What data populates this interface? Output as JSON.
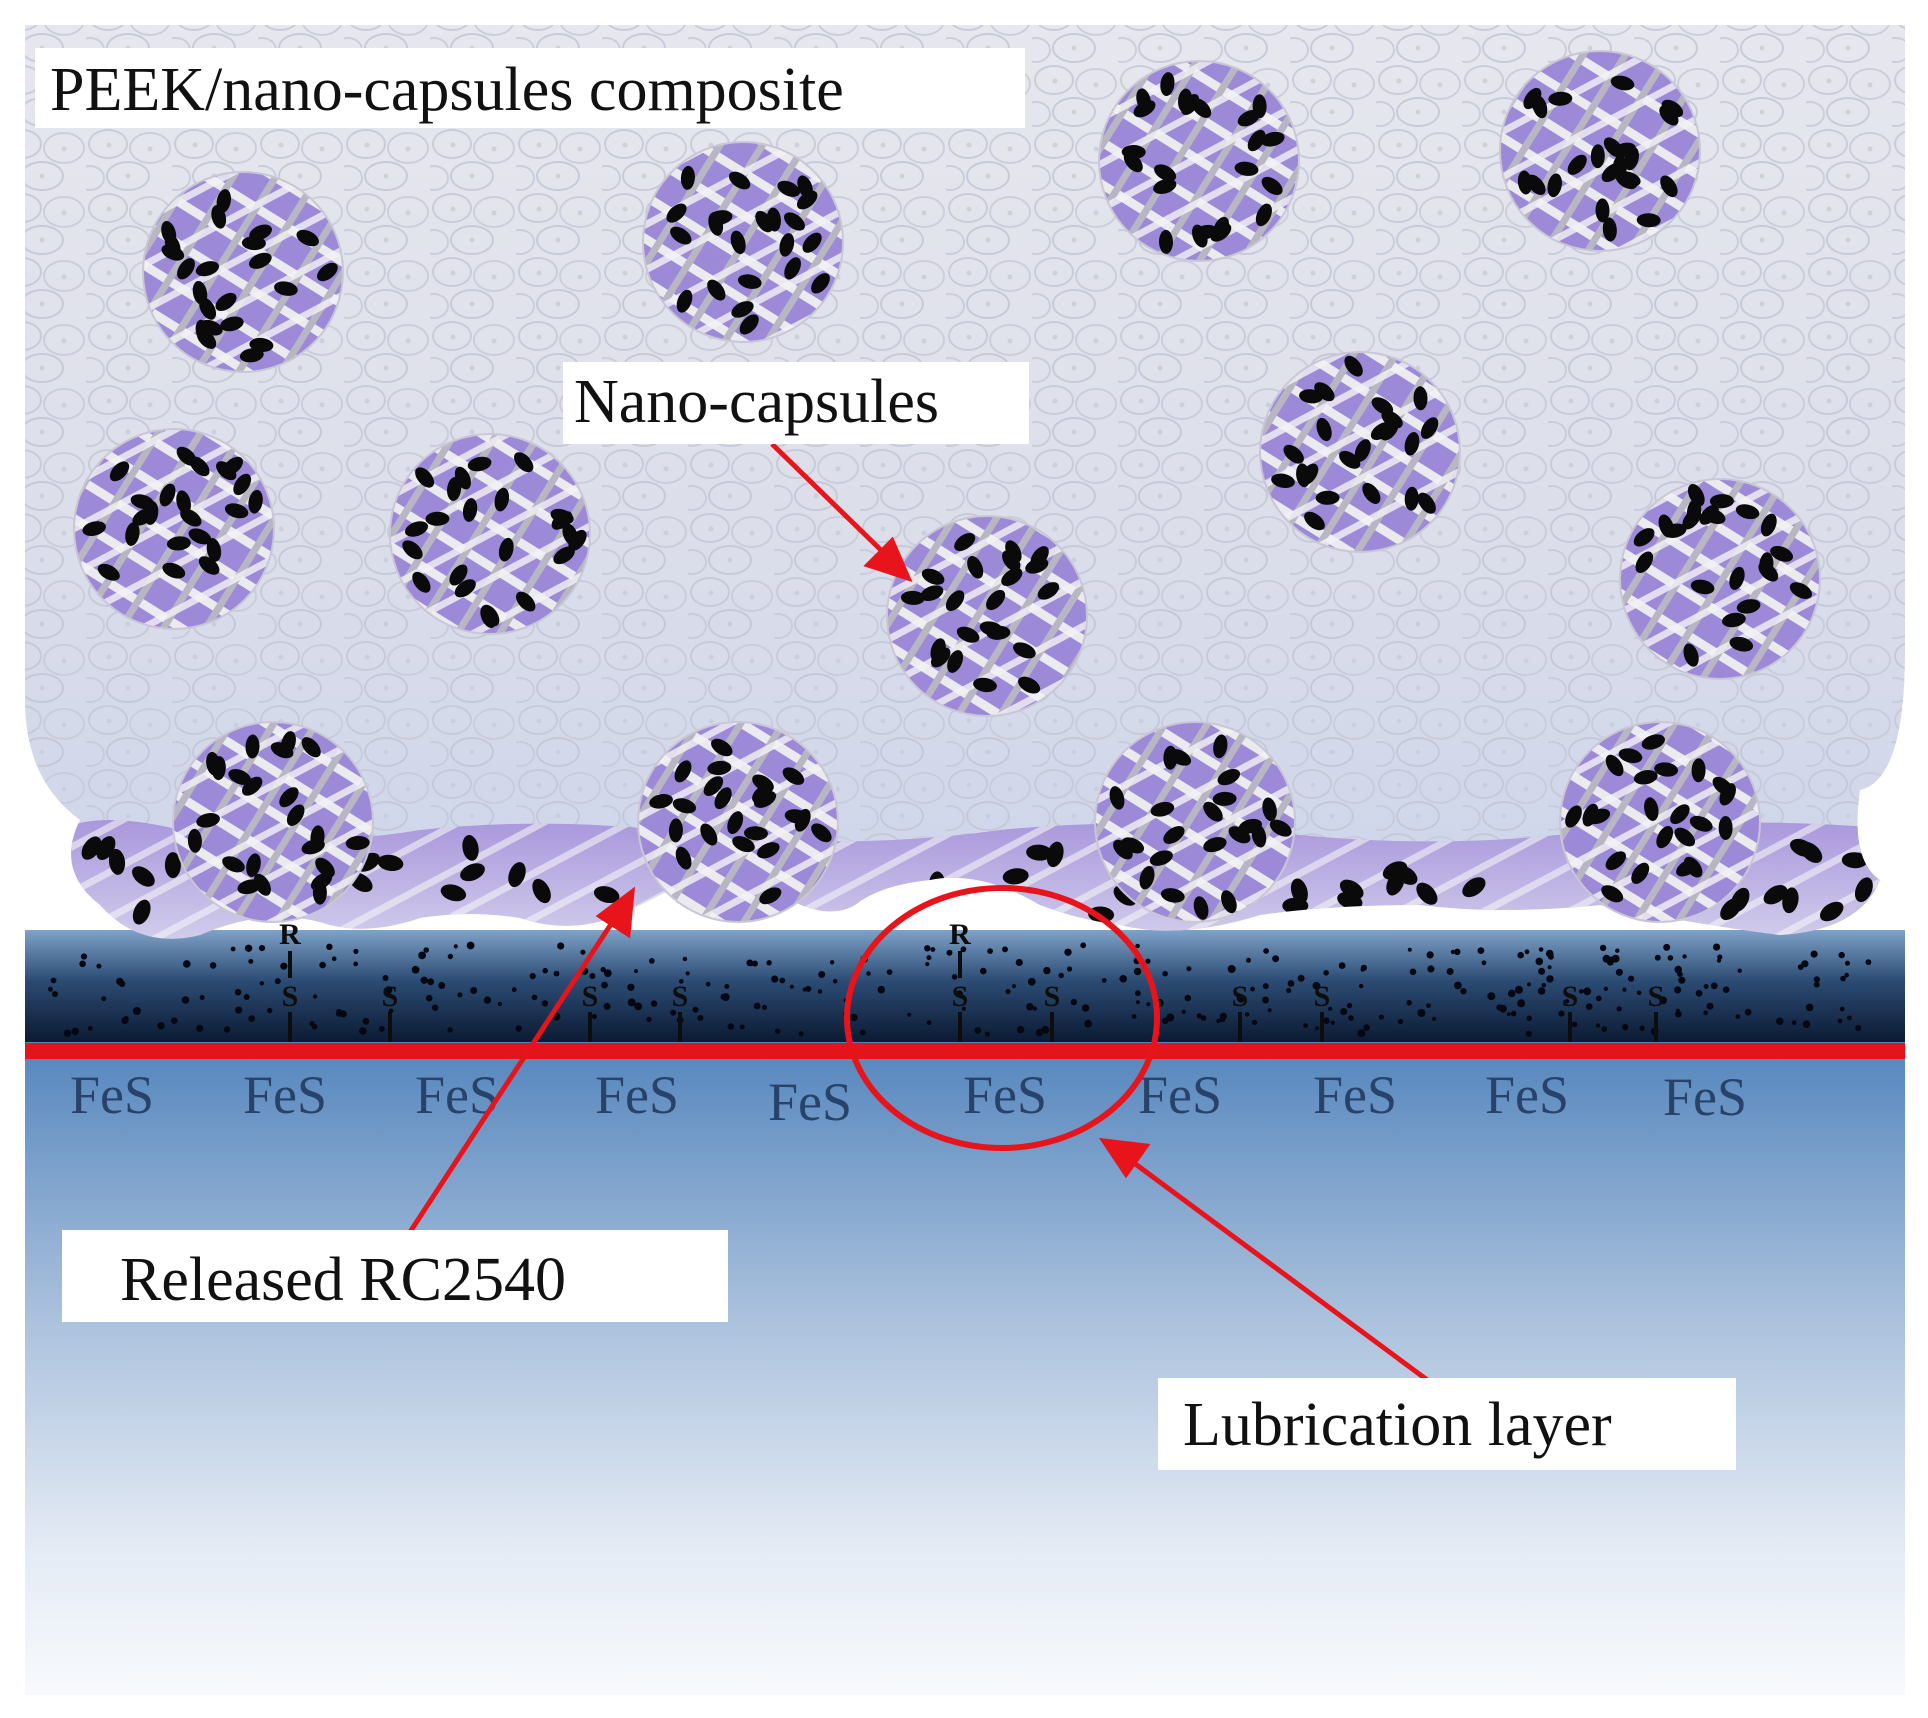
{
  "labels": {
    "composite": "PEEK/nano-capsules composite",
    "nano_capsules": "Nano-capsules",
    "released": "Released RC2540",
    "lubrication": "Lubrication layer"
  },
  "surface_labels": [
    "FeS",
    "FeS",
    "FeS",
    "FeS",
    "FeS",
    "FeS",
    "FeS",
    "FeS",
    "FeS",
    "FeS"
  ],
  "chem": {
    "r": "R",
    "s": "S"
  },
  "colors": {
    "arrow": "#e8141b",
    "interface": "#e3141b",
    "capsule": "#9c8ad8",
    "matrix": "#dfe1ea",
    "steel_top": "#2f62a0",
    "fes_text": "#27436a"
  },
  "icons": [
    "nano-capsule-icon",
    "arrow-icon",
    "circle-highlight-icon"
  ]
}
